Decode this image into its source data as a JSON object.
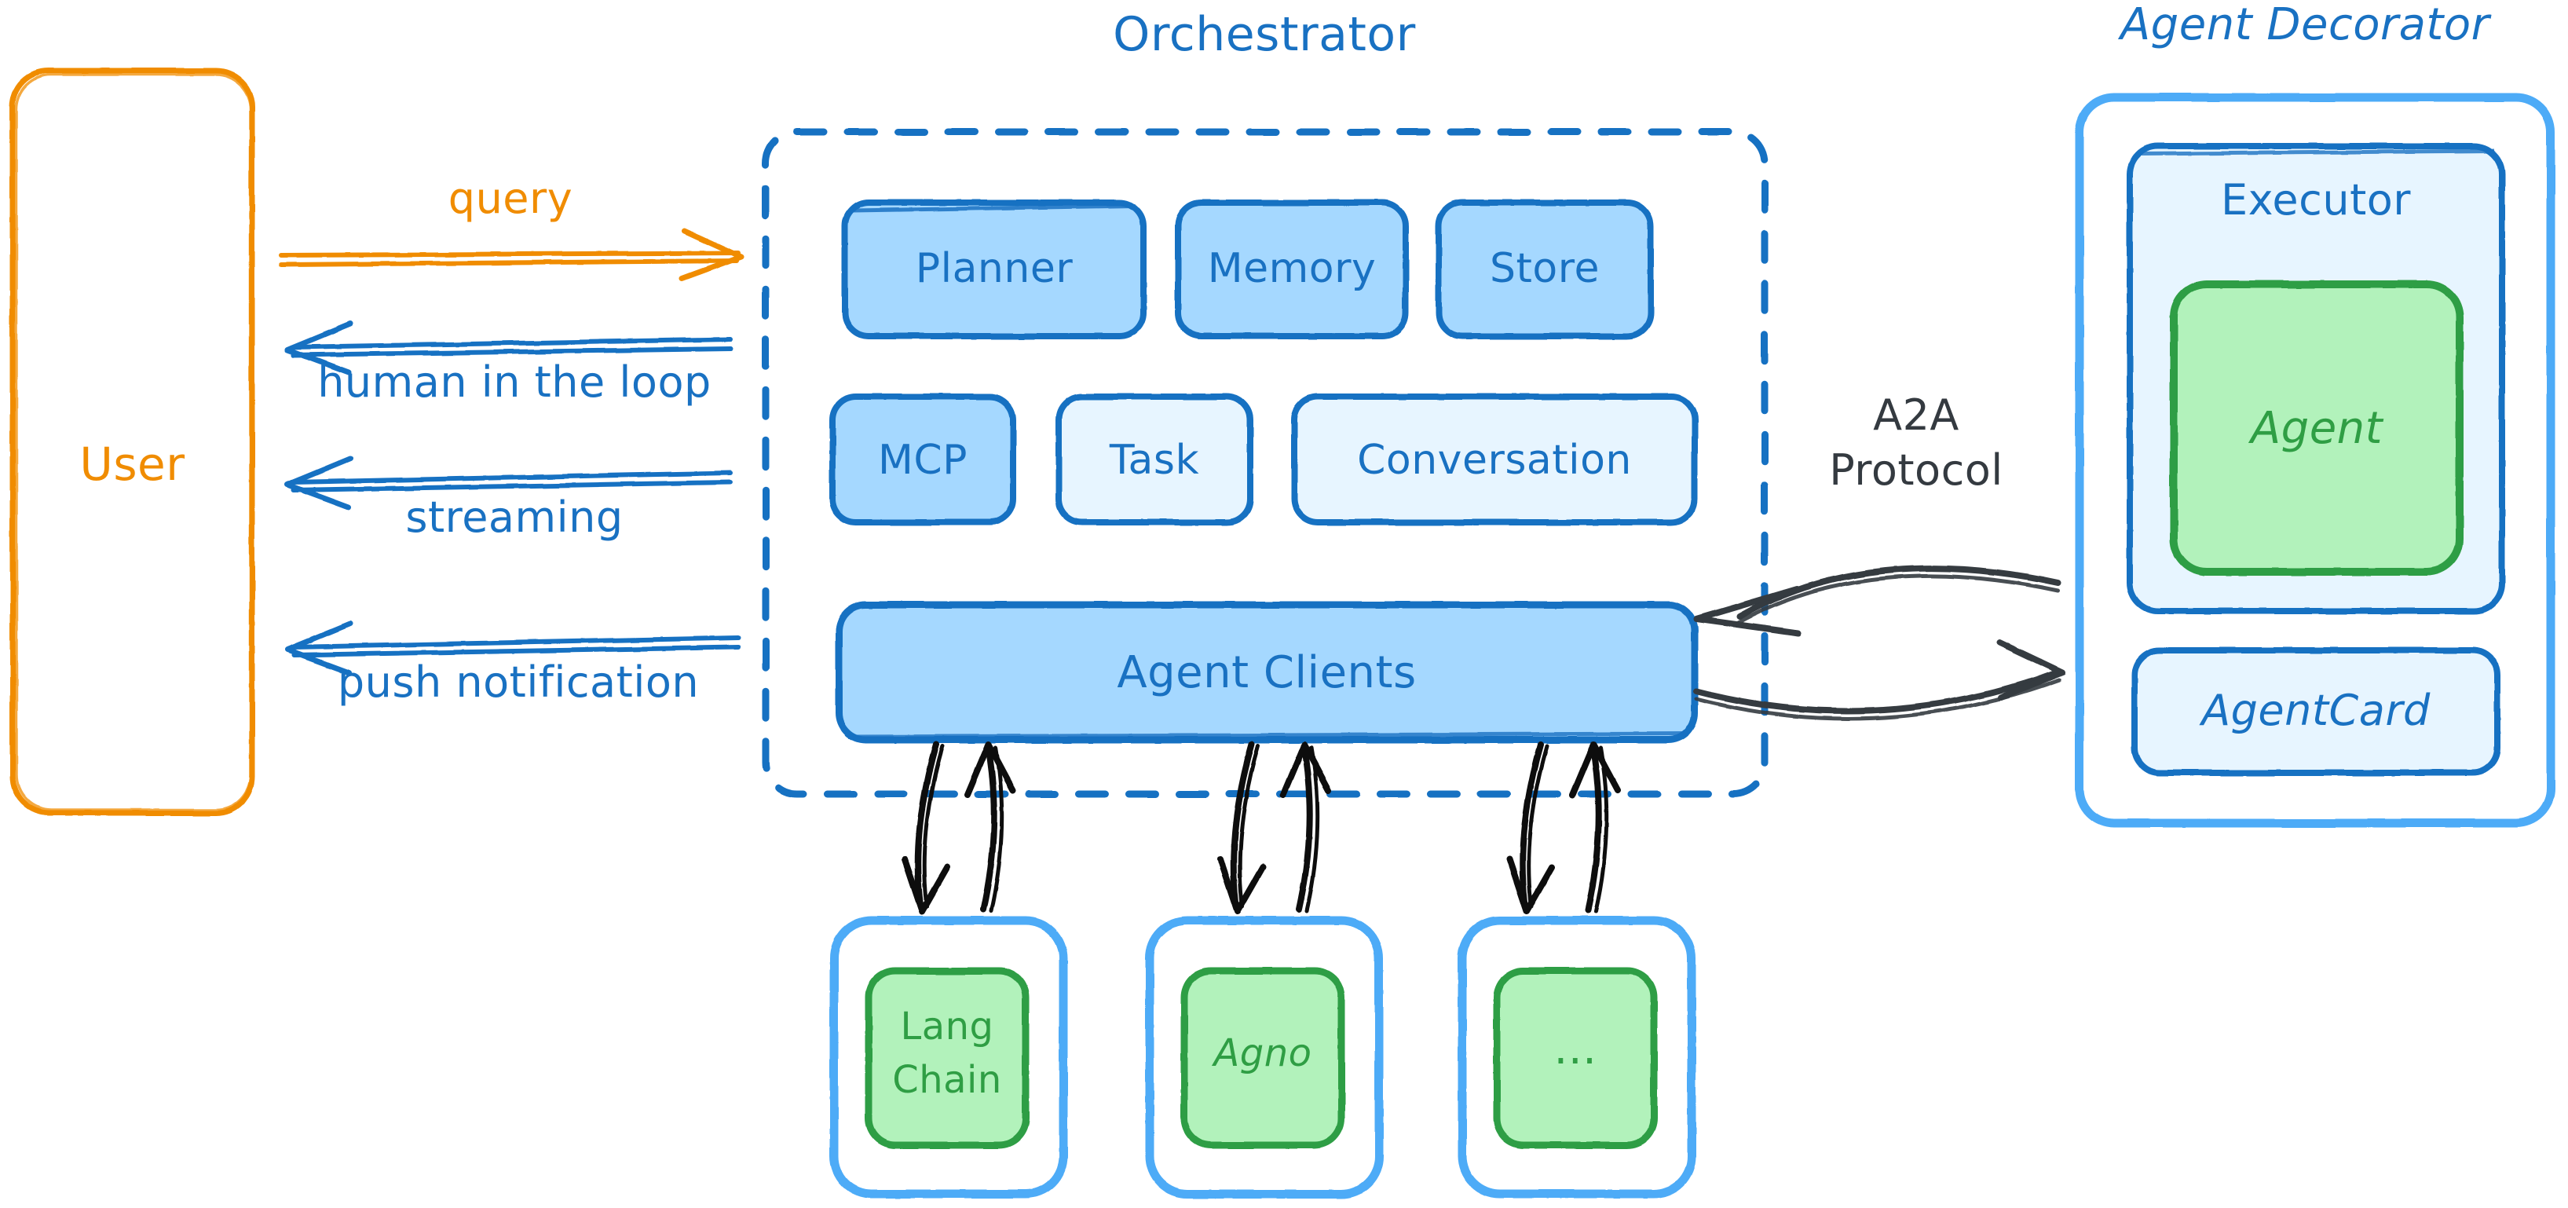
{
  "diagram": {
    "title": "Agent Orchestrator / A2A Protocol Architecture",
    "style": "hand-drawn excalidraw sketch"
  },
  "colors": {
    "blue_stroke": "#1971c2",
    "blue_stroke_light": "#4dabf7",
    "blue_fill_strong": "#a5d8ff",
    "blue_fill_soft": "#e7f5ff",
    "orange": "#f08c00",
    "green_stroke": "#2f9e44",
    "green_fill": "#b2f2bb",
    "ink": "#343a40",
    "white": "#ffffff"
  },
  "user": {
    "label": "User",
    "color": "#f08c00"
  },
  "orchestrator": {
    "title": "Orchestrator",
    "boundary": "dashed",
    "row1": [
      {
        "label": "Planner",
        "fill": "strong"
      },
      {
        "label": "Memory",
        "fill": "strong"
      },
      {
        "label": "Store",
        "fill": "strong"
      }
    ],
    "row2": [
      {
        "label": "MCP",
        "fill": "strong"
      },
      {
        "label": "Task",
        "fill": "soft"
      },
      {
        "label": "Conversation",
        "fill": "soft"
      }
    ],
    "agent_clients": {
      "label": "Agent Clients",
      "fill": "strong"
    }
  },
  "user_flows": [
    {
      "label": "query",
      "direction": "right",
      "color": "orange"
    },
    {
      "label": "human in the loop",
      "direction": "left",
      "color": "blue"
    },
    {
      "label": "streaming",
      "direction": "left",
      "color": "blue"
    },
    {
      "label": "push notification",
      "direction": "left",
      "color": "blue"
    }
  ],
  "protocol": {
    "label_line1": "A2A",
    "label_line2": "Protocol",
    "direction": "bidirectional"
  },
  "agent_decorator": {
    "title": "Agent Decorator",
    "executor": {
      "label": "Executor"
    },
    "agent": {
      "label": "Agent"
    },
    "agent_card": {
      "label": "AgentCard"
    }
  },
  "frameworks": [
    {
      "label": "Lang\nChain",
      "line1": "Lang",
      "line2": "Chain"
    },
    {
      "label": "Agno",
      "line1": "Agno",
      "line2": ""
    },
    {
      "label": "...",
      "line1": "...",
      "line2": ""
    }
  ]
}
